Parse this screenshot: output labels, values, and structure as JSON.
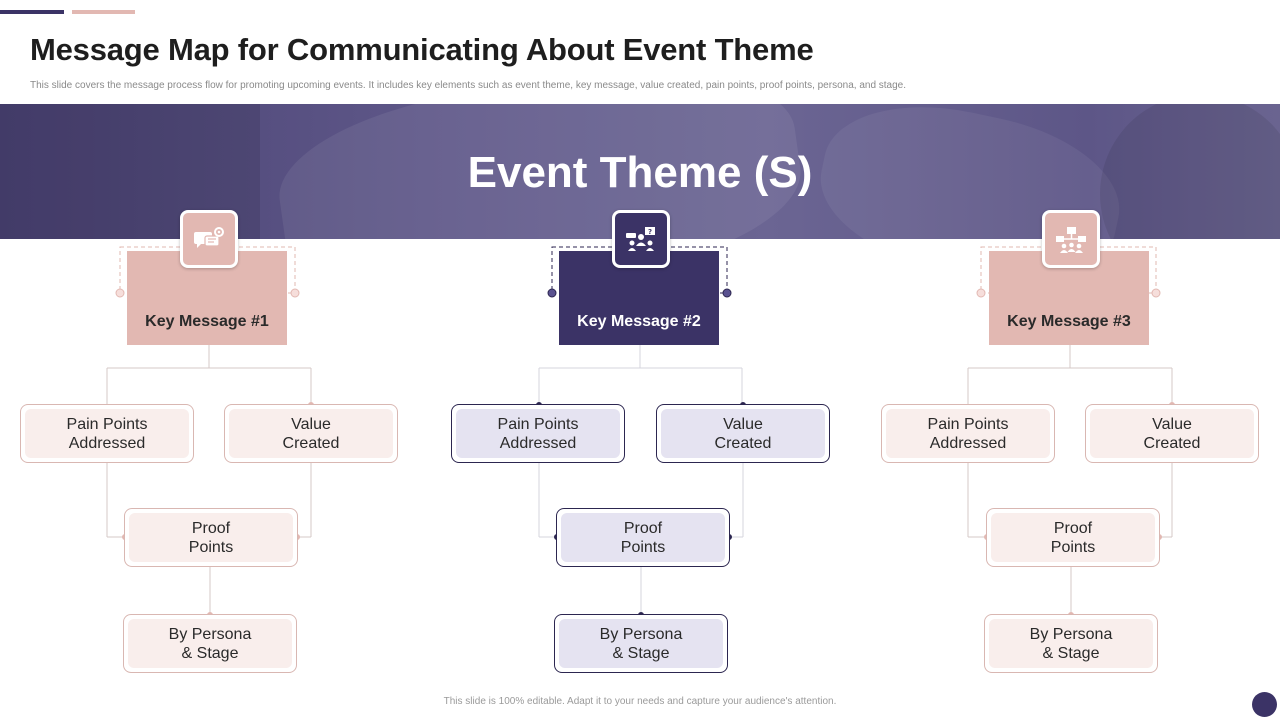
{
  "header": {
    "title": "Message Map for Communicating About Event Theme",
    "subtitle": "This slide covers the message process flow for promoting upcoming events. It includes key elements such as event theme, key message, value created, pain points, proof points, persona, and stage."
  },
  "banner": {
    "title": "Event Theme (S)"
  },
  "colors": {
    "accent_dark": "#3b3366",
    "accent_pink": "#e2b8b2",
    "node_fill_pink": "#f9eeec",
    "node_fill_lavender": "#e5e3f1"
  },
  "columns": [
    {
      "key_message": "Key Message #1",
      "icon": "chat-settings-icon",
      "nodes": {
        "pain_points": "Pain Points\nAddressed",
        "value_created": "Value\nCreated",
        "proof_points": "Proof\nPoints",
        "persona": "By Persona\n& Stage"
      }
    },
    {
      "key_message": "Key Message #2",
      "icon": "presentation-audience-icon",
      "nodes": {
        "pain_points": "Pain Points\nAddressed",
        "value_created": "Value\nCreated",
        "proof_points": "Proof\nPoints",
        "persona": "By Persona\n& Stage"
      }
    },
    {
      "key_message": "Key Message #3",
      "icon": "org-network-icon",
      "nodes": {
        "pain_points": "Pain Points\nAddressed",
        "value_created": "Value\nCreated",
        "proof_points": "Proof\nPoints",
        "persona": "By Persona\n& Stage"
      }
    }
  ],
  "footer": {
    "note": "This slide is 100% editable. Adapt it to your needs and capture your audience's attention."
  }
}
